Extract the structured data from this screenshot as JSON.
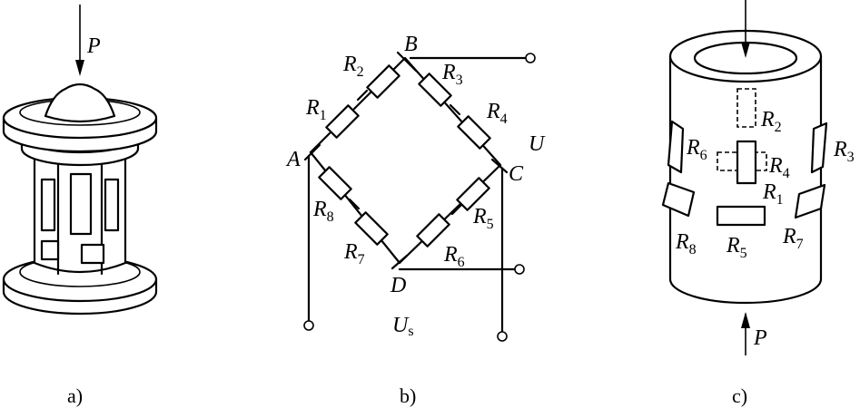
{
  "a": {
    "force": "P",
    "caption": "a)"
  },
  "b": {
    "nodes": {
      "A": "A",
      "B": "B",
      "C": "C",
      "D": "D"
    },
    "resistors": {
      "r1": {
        "base": "R",
        "idx": "1"
      },
      "r2": {
        "base": "R",
        "idx": "2"
      },
      "r3": {
        "base": "R",
        "idx": "3"
      },
      "r4": {
        "base": "R",
        "idx": "4"
      },
      "r5": {
        "base": "R",
        "idx": "5"
      },
      "r6": {
        "base": "R",
        "idx": "6"
      },
      "r7": {
        "base": "R",
        "idx": "7"
      },
      "r8": {
        "base": "R",
        "idx": "8"
      }
    },
    "output": "U",
    "supply": {
      "base": "U",
      "idx": "s"
    },
    "caption": "b)"
  },
  "c": {
    "resistors": {
      "r1": {
        "base": "R",
        "idx": "1"
      },
      "r2": {
        "base": "R",
        "idx": "2"
      },
      "r3": {
        "base": "R",
        "idx": "3"
      },
      "r4": {
        "base": "R",
        "idx": "4"
      },
      "r5": {
        "base": "R",
        "idx": "5"
      },
      "r6": {
        "base": "R",
        "idx": "6"
      },
      "r7": {
        "base": "R",
        "idx": "7"
      },
      "r8": {
        "base": "R",
        "idx": "8"
      }
    },
    "force": "P",
    "caption": "c)"
  }
}
